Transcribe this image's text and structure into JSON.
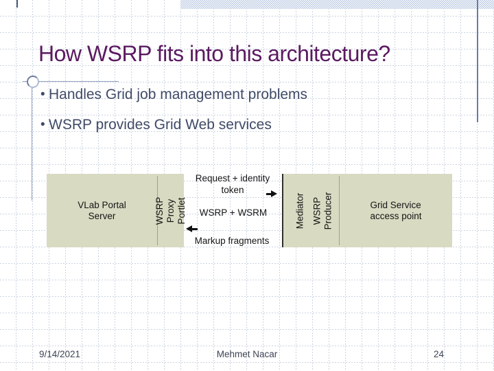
{
  "slide": {
    "title": "How WSRP fits into this architecture?",
    "bullet_glyph": "•",
    "bullets": [
      "Handles Grid job management problems",
      "WSRP provides Grid Web services"
    ],
    "footer": {
      "date": "9/14/2021",
      "author": "Mehmet Nacar",
      "slide_number": "24"
    }
  },
  "diagram": {
    "portal_server_label": "VLab Portal\nServer",
    "wsrp_proxy_portlet_label": "WSRP Proxy\nPortlet",
    "request_token_label": "Request + identity\ntoken",
    "protocol_label": "WSRP + WSRM",
    "markup_fragments_label": "Markup fragments",
    "mediator_label": "Mediator",
    "wsrp_producer_label": "WSRP\nProducer",
    "grid_service_label": "Grid Service\naccess point"
  },
  "theme": {
    "title_color": "#5a1a60",
    "body_text_color": "#404a67",
    "diagram_box_fill": "#d9dac2",
    "accent_line_color": "#94a2c0",
    "checker_band_color": "#b7c7e0",
    "right_edge_line_color": "#6b7ba4",
    "footer_text_color": "#3e4454"
  }
}
